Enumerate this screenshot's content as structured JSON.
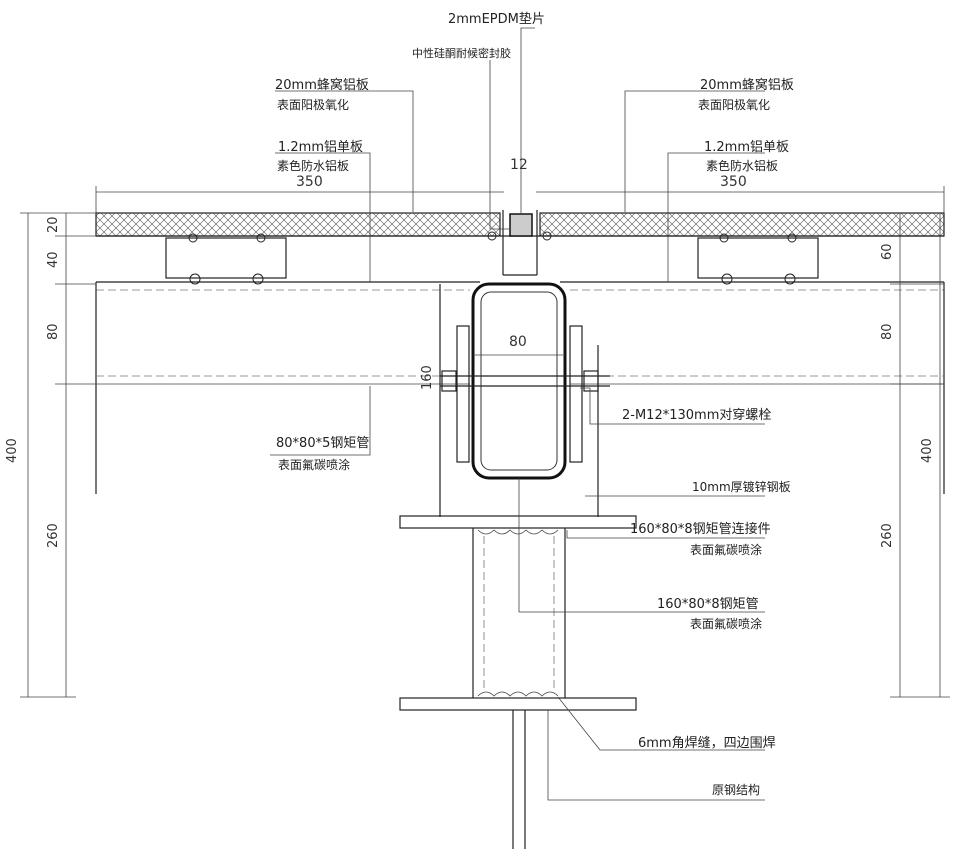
{
  "labels": {
    "epdm": "2mmEPDM垫片",
    "sealant": "中性硅酮耐候密封胶",
    "honeycomb_left_1": "20mm蜂窝铝板",
    "honeycomb_left_2": "表面阳极氧化",
    "honeycomb_right_1": "20mm蜂窝铝板",
    "honeycomb_right_2": "表面阳极氧化",
    "alum_left_1": "1.2mm铝单板",
    "alum_left_2": "素色防水铝板",
    "alum_right_1": "1.2mm铝单板",
    "alum_right_2": "素色防水铝板",
    "tube80_1": "80*80*5钢矩管",
    "tube80_2": "表面氟碳喷涂",
    "bolt": "2-M12*130mm对穿螺栓",
    "plate": "10mm厚镀锌钢板",
    "connector_1": "160*80*8钢矩管连接件",
    "connector_2": "表面氟碳喷涂",
    "tube160_1": "160*80*8钢矩管",
    "tube160_2": "表面氟碳喷涂",
    "weld": "6mm角焊缝，四边围焊",
    "structure": "原钢结构"
  },
  "dims": {
    "d12": "12",
    "d350_left": "350",
    "d350_right": "350",
    "d20": "20",
    "d40": "40",
    "d60": "60",
    "d80_left": "80",
    "d80_right": "80",
    "d80_center": "80",
    "d160": "160",
    "d260_left": "260",
    "d260_right": "260",
    "d400_left": "400",
    "d400_right": "400"
  }
}
